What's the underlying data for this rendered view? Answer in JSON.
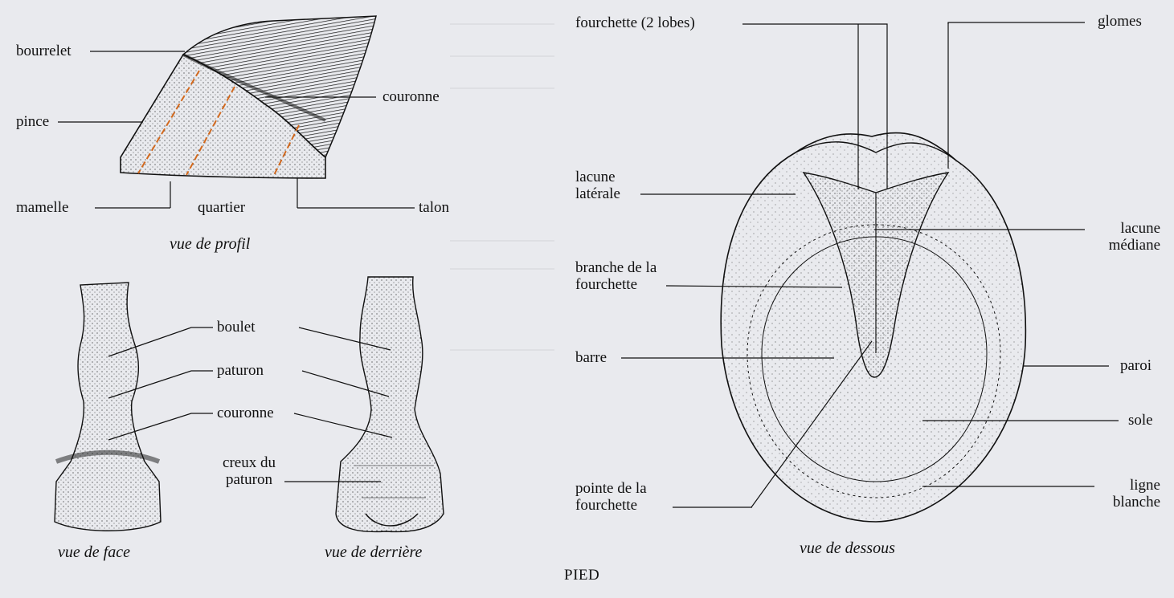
{
  "figure": {
    "title": "PIED",
    "captions": {
      "profile": "vue de profil",
      "front": "vue de face",
      "rear": "vue de derrière",
      "below": "vue de dessous"
    },
    "labels": {
      "bourrelet": "bourrelet",
      "pince": "pince",
      "mamelle": "mamelle",
      "quartier": "quartier",
      "couronne_profil": "couronne",
      "talon": "talon",
      "boulet": "boulet",
      "paturon": "paturon",
      "couronne_face": "couronne",
      "creux_line1": "creux du",
      "creux_line2": "paturon",
      "fourchette_lobes": "fourchette (2 lobes)",
      "glomes": "glomes",
      "lacune_laterale_1": "lacune",
      "lacune_laterale_2": "latérale",
      "lacune_mediane_1": "lacune",
      "lacune_mediane_2": "médiane",
      "branche_1": "branche de la",
      "branche_2": "fourchette",
      "barre": "barre",
      "paroi": "paroi",
      "sole": "sole",
      "pointe_1": "pointe de la",
      "pointe_2": "fourchette",
      "ligne_1": "ligne",
      "ligne_2": "blanche"
    }
  },
  "colors": {
    "background": "#e9eaee",
    "ink": "#111111",
    "guide_dash": "#d2691e",
    "hoof_shade": "#cfcfd4"
  }
}
